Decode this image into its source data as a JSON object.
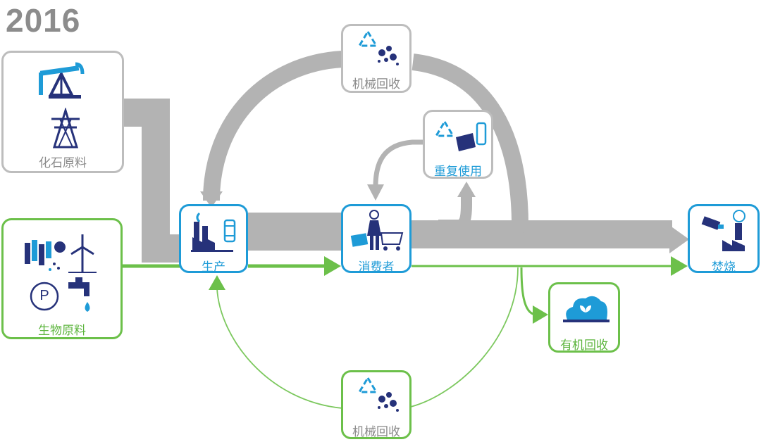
{
  "year": "2016",
  "nodes": {
    "fossil": "化石原料",
    "bio": "生物原料",
    "production": "生产",
    "consumer": "消费者",
    "mech_top": "机械回收",
    "reuse": "重复使用",
    "incineration": "焚烧",
    "organic": "有机回收",
    "mech_bottom": "机械回收"
  },
  "bio_icon_letter": "P",
  "colors": {
    "gray_flow": "#b3b3b3",
    "green_flow": "#6cc04a",
    "blue_border": "#1e9bd7",
    "navy_icon": "#26327a",
    "cyan_icon": "#1e9bd7"
  }
}
